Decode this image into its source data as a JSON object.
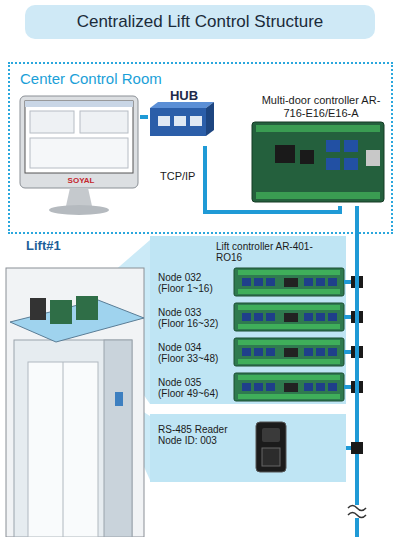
{
  "diagram": {
    "title": "Centralized Lift Control Structure",
    "nodes": [
      {
        "text": [
          "Center Control Room"
        ]
      },
      {
        "text": [
          "SOYAL"
        ],
        "in": 0
      },
      {
        "text": [
          "HUB"
        ],
        "in": 0
      },
      {
        "text": [
          "Multi-door controller AR-716-E16/E16-A"
        ],
        "in": 0
      },
      {
        "text": [
          "Lift#1"
        ]
      },
      {
        "text": [
          "Lift controller AR-401-RO16"
        ]
      },
      {
        "text": [
          "Node 032 (Floor 1~16)"
        ],
        "in": 5
      },
      {
        "text": [
          "Node 033 (Floor 16~32)"
        ],
        "in": 5
      },
      {
        "text": [
          "Node 034 (Floor 33~48)"
        ],
        "in": 5
      },
      {
        "text": [
          "Node 035 (Floor 49~64)"
        ],
        "in": 5
      },
      {
        "text": [
          "RS-485 Reader Node ID: 003"
        ]
      }
    ],
    "edges": [
      {
        "from": 1,
        "to": 2,
        "arrow": "none"
      },
      {
        "from": 2,
        "to": 3,
        "arrow": "none"
      },
      {
        "from": 3,
        "to": 6,
        "arrow": "none"
      },
      {
        "from": 3,
        "to": 7,
        "arrow": "none"
      },
      {
        "from": 3,
        "to": 8,
        "arrow": "none"
      },
      {
        "from": 3,
        "to": 9,
        "arrow": "none"
      },
      {
        "from": 3,
        "to": 10,
        "arrow": "none"
      }
    ],
    "labels": [
      "TCP/IP"
    ]
  }
}
